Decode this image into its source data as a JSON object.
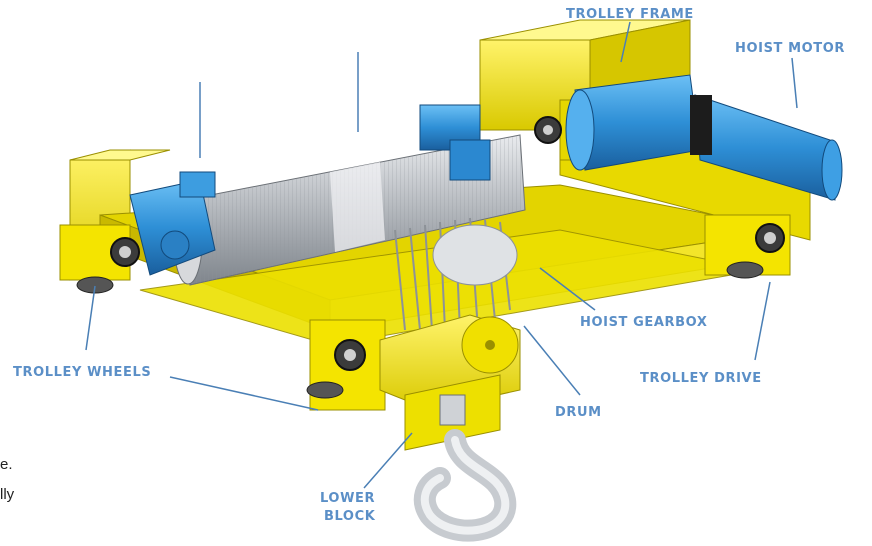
{
  "labels": {
    "trolley_frame": "TROLLEY FRAME",
    "hoist_motor": "HOIST MOTOR",
    "hoist_gearbox": "HOIST GEARBOX",
    "trolley_wheels": "TROLLEY WHEELS",
    "trolley_drive": "TROLLEY DRIVE",
    "drum": "DRUM",
    "lower_block_line1": "LOWER",
    "lower_block_line2": "BLOCK"
  },
  "cropped_text": {
    "fragment_1": "e.",
    "fragment_2": "lly"
  },
  "colors": {
    "label_blue": "#5b8fc7",
    "frame_yellow": "#f2e600",
    "motor_blue": "#2e8fd6",
    "drum_silver": "#c9ccd0",
    "leader_line": "#4a7fb5"
  }
}
